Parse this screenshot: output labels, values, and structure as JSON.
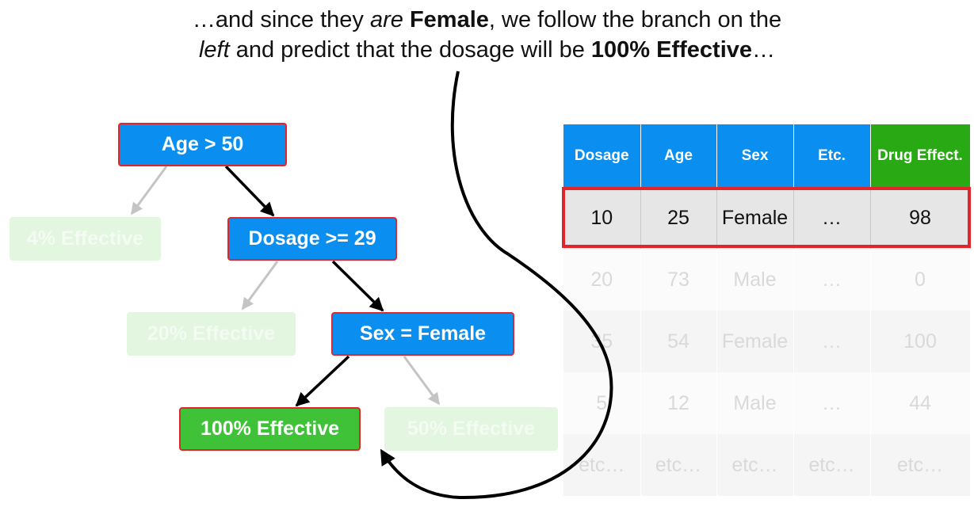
{
  "caption": {
    "line1_pre": "…and since they ",
    "line1_em": "are",
    "line1_mid": " ",
    "line1_strong": "Female",
    "line1_post": ", we follow the branch on the",
    "line2_em": "left",
    "line2_mid": " and predict that the dosage will be ",
    "line2_strong": "100% Effective",
    "line2_post": "…"
  },
  "tree": {
    "root": "Age > 50",
    "leaf_4": "4% Effective",
    "dosage_node": "Dosage >= 29",
    "leaf_20": "20% Effective",
    "sex_node": "Sex = Female",
    "leaf_100": "100% Effective",
    "leaf_50": "50% Effective"
  },
  "table": {
    "headers": [
      "Dosage",
      "Age",
      "Sex",
      "Etc.",
      "Drug Effect."
    ],
    "rows": [
      [
        "10",
        "25",
        "Female",
        "…",
        "98"
      ],
      [
        "20",
        "73",
        "Male",
        "…",
        "0"
      ],
      [
        "35",
        "54",
        "Female",
        "…",
        "100"
      ],
      [
        "5",
        "12",
        "Male",
        "…",
        "44"
      ],
      [
        "etc…",
        "etc…",
        "etc…",
        "etc…",
        "etc…"
      ]
    ]
  },
  "colors": {
    "node_blue": "#0a8ff0",
    "node_green": "#3fc238",
    "node_border": "#e0262a",
    "faded_leaf": "#e2f6e0",
    "header_blue": "#0a8ff0",
    "header_green": "#29a913",
    "highlight": "#e0262a"
  }
}
